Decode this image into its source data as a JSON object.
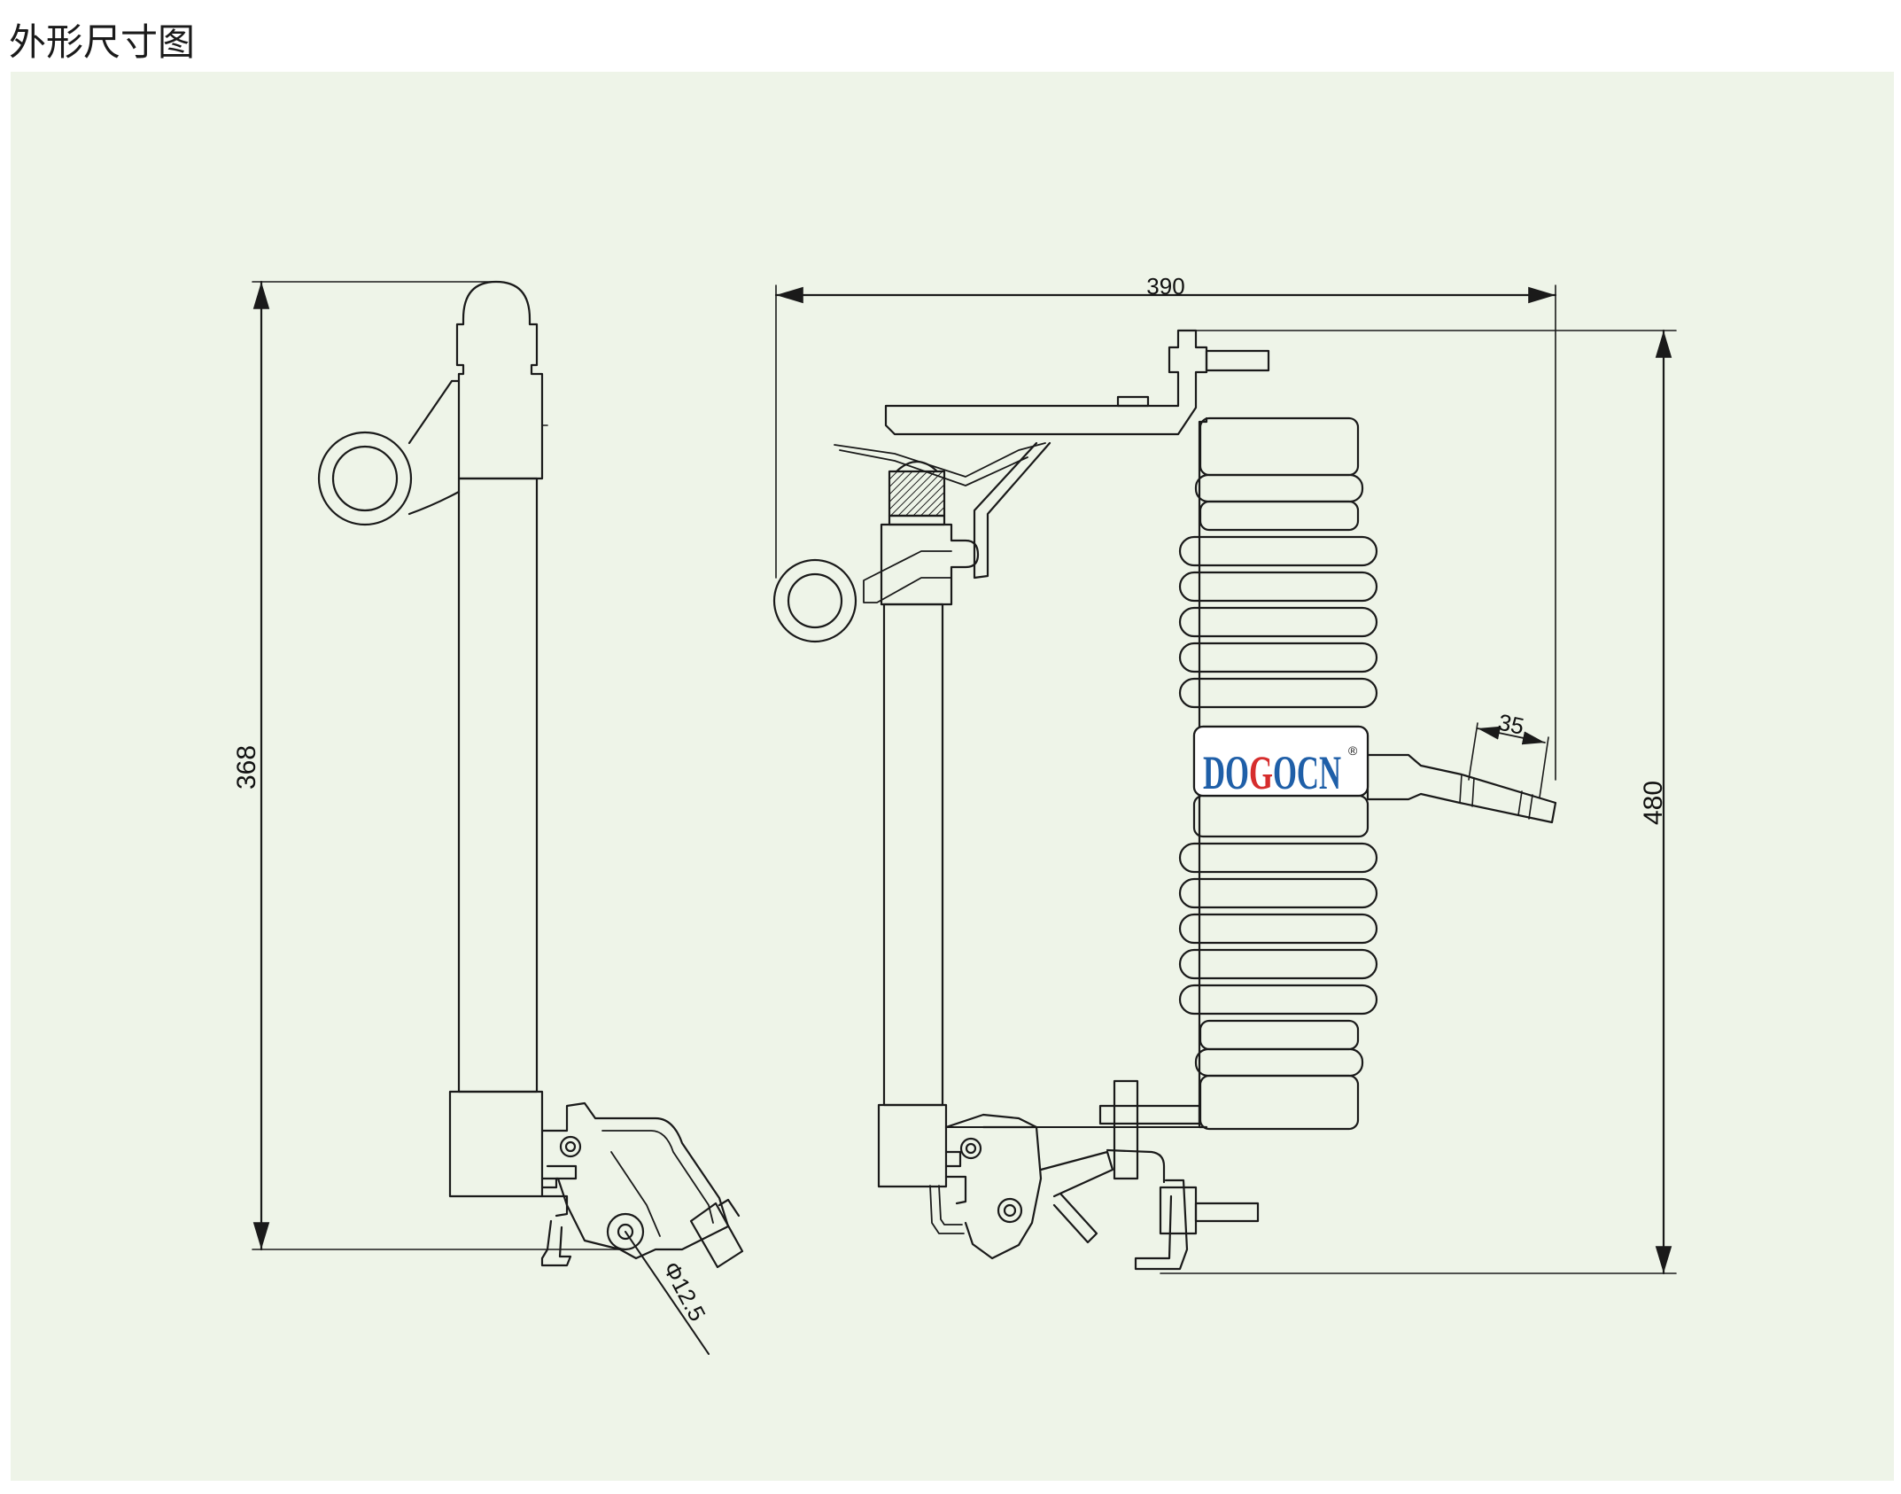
{
  "header": {
    "title": "外形尺寸图"
  },
  "dimensions": {
    "height_left": "368",
    "width_right": "390",
    "height_right": "480",
    "offset_terminal": "35",
    "tube_diameter": "Φ12.5"
  },
  "logo": {
    "letters": [
      "D",
      "O",
      "G",
      "O",
      "C",
      "N"
    ],
    "registered": "®"
  },
  "colors": {
    "panel_bg": "#eef4e8",
    "line": "#1a1a1a",
    "logo_blue": "#1f5fa8",
    "logo_red": "#d62d2d"
  }
}
